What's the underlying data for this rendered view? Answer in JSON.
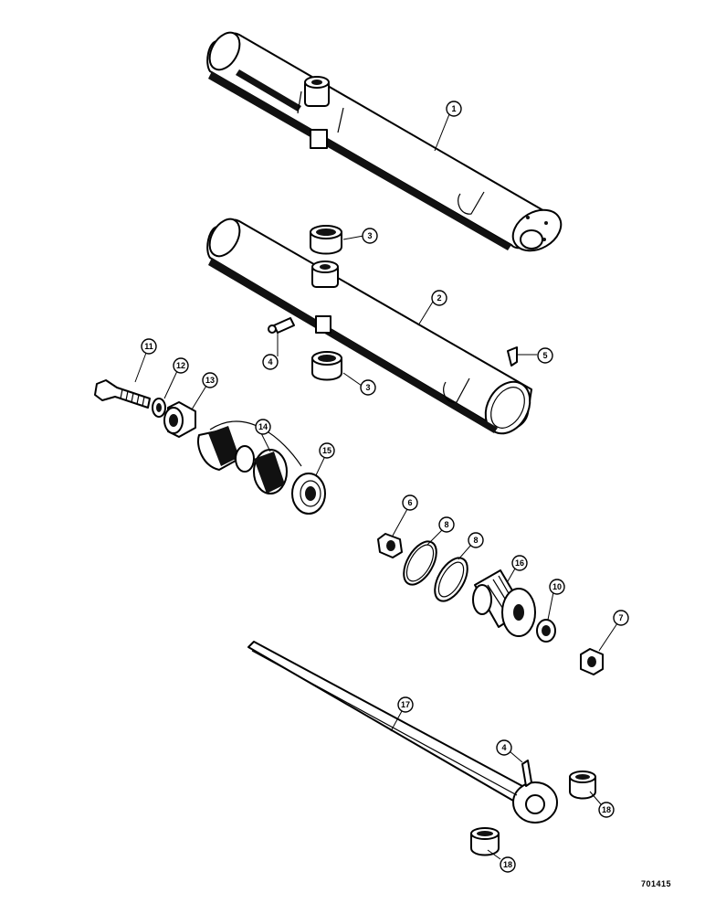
{
  "diagram": {
    "reference_code": "701415",
    "callouts": [
      {
        "id": "c1",
        "label": "1"
      },
      {
        "id": "c2",
        "label": "2"
      },
      {
        "id": "c3a",
        "label": "3"
      },
      {
        "id": "c3b",
        "label": "3"
      },
      {
        "id": "c4a",
        "label": "4"
      },
      {
        "id": "c4b",
        "label": "4"
      },
      {
        "id": "c5",
        "label": "5"
      },
      {
        "id": "c6",
        "label": "6"
      },
      {
        "id": "c7",
        "label": "7"
      },
      {
        "id": "c8a",
        "label": "8"
      },
      {
        "id": "c8b",
        "label": "8"
      },
      {
        "id": "c10",
        "label": "10"
      },
      {
        "id": "c11",
        "label": "11"
      },
      {
        "id": "c12",
        "label": "12"
      },
      {
        "id": "c13",
        "label": "13"
      },
      {
        "id": "c14",
        "label": "14"
      },
      {
        "id": "c15",
        "label": "15"
      },
      {
        "id": "c16",
        "label": "16"
      },
      {
        "id": "c17",
        "label": "17"
      },
      {
        "id": "c18a",
        "label": "18"
      },
      {
        "id": "c18b",
        "label": "18"
      }
    ]
  }
}
